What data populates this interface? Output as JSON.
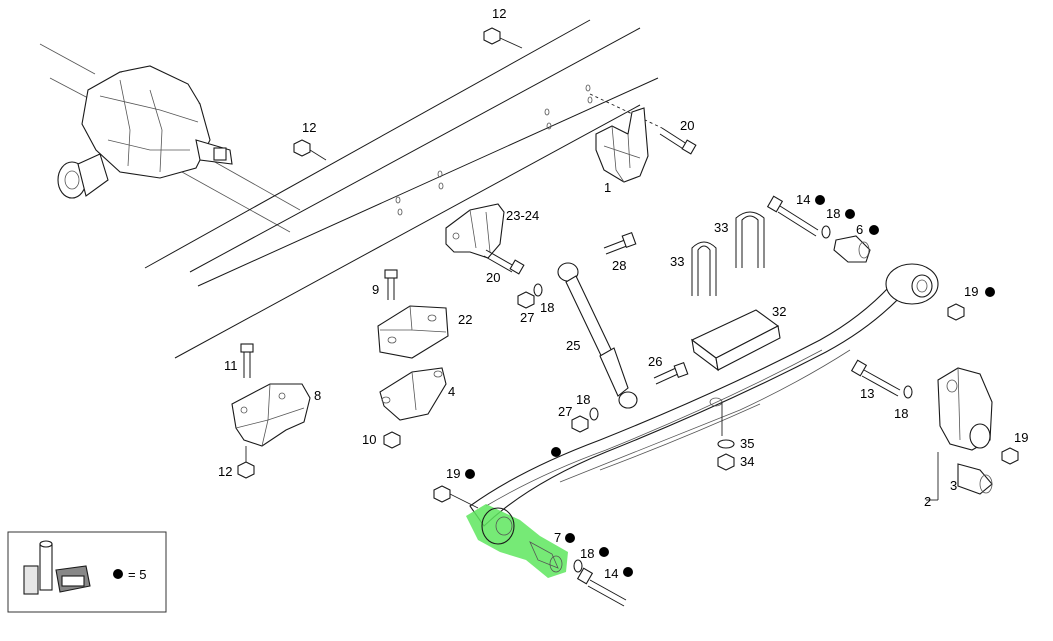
{
  "callouts": {
    "c1": "1",
    "c2": "2",
    "c3": "3",
    "c4": "4",
    "c6": "6",
    "c7": "7",
    "c8": "8",
    "c9": "9",
    "c10": "10",
    "c11": "11",
    "c12a": "12",
    "c12b": "12",
    "c12c": "12",
    "c13": "13",
    "c14a": "14",
    "c14b": "14",
    "c18a": "18",
    "c18b": "18",
    "c18c": "18",
    "c18d": "18",
    "c18e": "18",
    "c19a": "19",
    "c19b": "19",
    "c19c": "19",
    "c20a": "20",
    "c20b": "20",
    "c22": "22",
    "c2324": "23-24",
    "c25": "25",
    "c26": "26",
    "c27a": "27",
    "c27b": "27",
    "c28": "28",
    "c32": "32",
    "c33a": "33",
    "c33b": "33",
    "c34": "34",
    "c35": "35"
  },
  "legend": {
    "text": "= 5"
  },
  "colors": {
    "highlight": "#5ee65e",
    "line": "#1a1a1a"
  },
  "highlighted_part": "7"
}
